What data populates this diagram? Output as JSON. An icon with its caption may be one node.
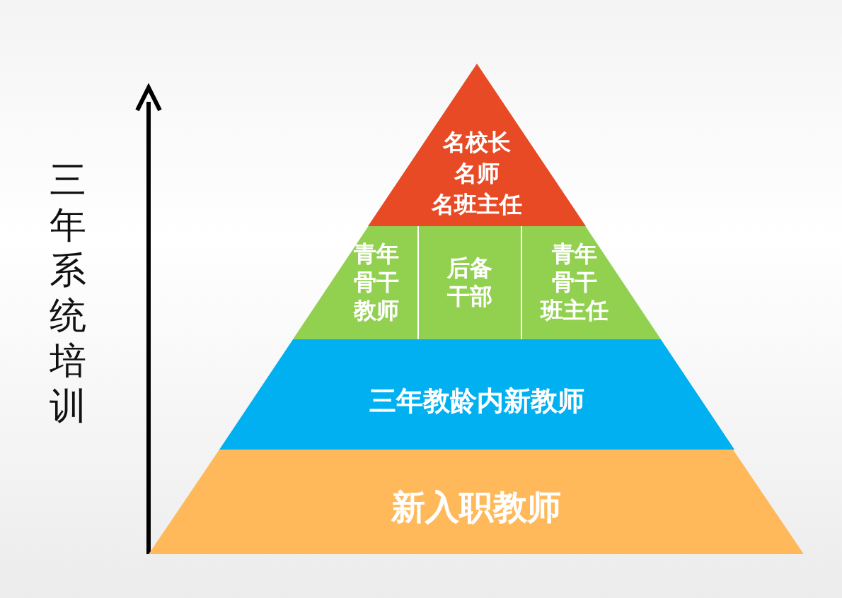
{
  "diagram": {
    "nodes": [
      {
        "text": [
          "名校长",
          "名师",
          "名班主任"
        ]
      },
      {
        "text": [],
        "shape": "bar"
      },
      {
        "text": [
          "青年骨干教师"
        ],
        "in": 1
      },
      {
        "text": [
          "后备干部"
        ],
        "in": 1
      },
      {
        "text": [
          "青年骨干班主任"
        ],
        "in": 1
      },
      {
        "text": [
          "三年教龄内新教师"
        ]
      },
      {
        "text": [
          "新入职教师"
        ]
      }
    ],
    "edges": [],
    "labels": [
      "三年系统培训"
    ]
  }
}
